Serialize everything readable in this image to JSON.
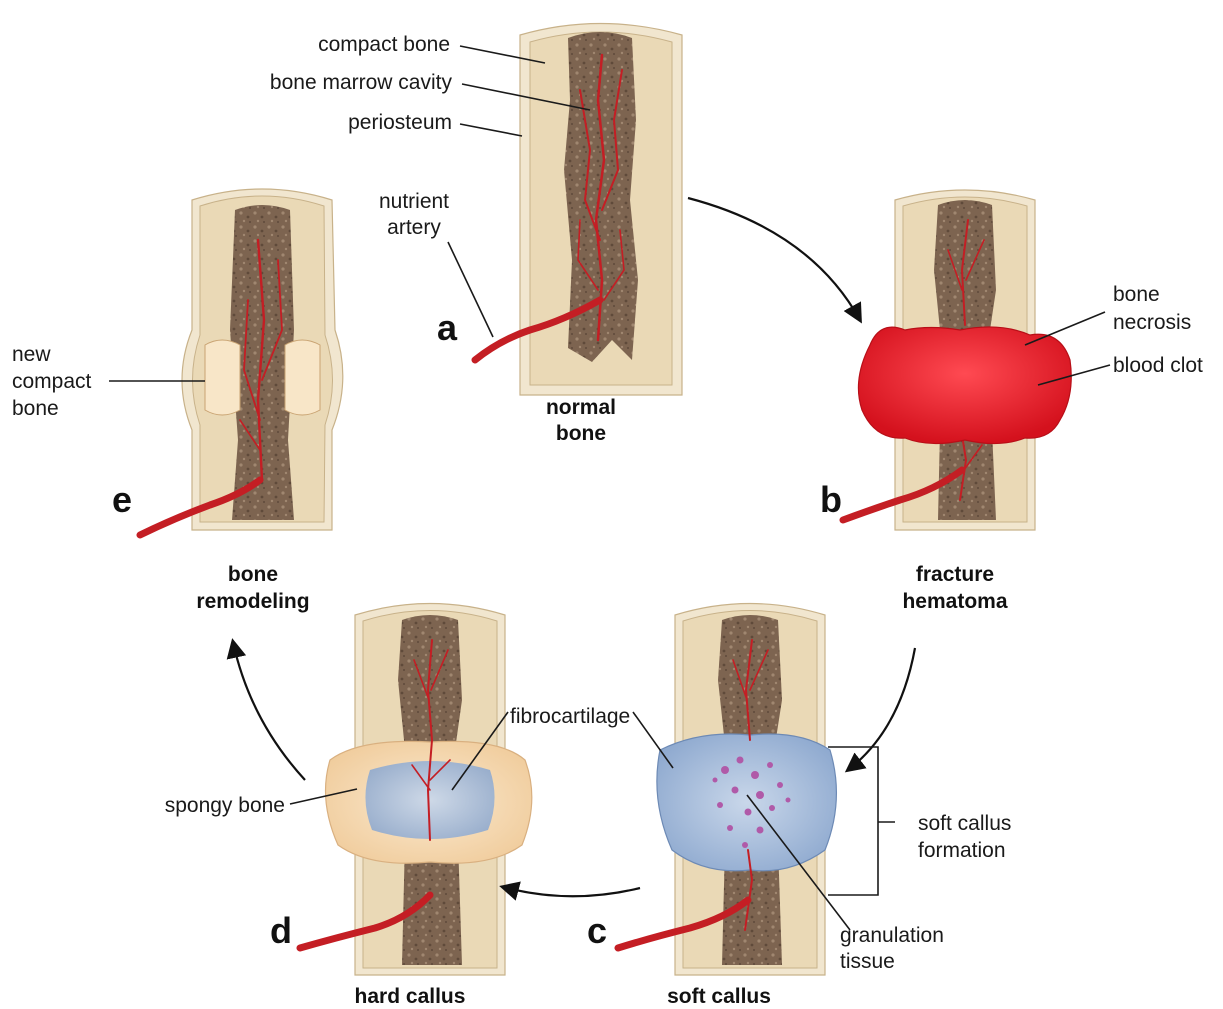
{
  "panels": {
    "a": {
      "letter": "a",
      "caption": [
        "normal",
        "bone"
      ]
    },
    "b": {
      "letter": "b",
      "caption": [
        "fracture",
        "hematoma"
      ]
    },
    "c": {
      "letter": "c",
      "caption": [
        "soft callus"
      ]
    },
    "d": {
      "letter": "d",
      "caption": [
        "hard callus"
      ]
    },
    "e": {
      "letter": "e",
      "caption": [
        "bone",
        "remodeling"
      ]
    }
  },
  "labels": {
    "compact_bone": "compact bone",
    "bone_marrow_cavity": "bone marrow cavity",
    "periosteum": "periosteum",
    "nutrient_artery": [
      "nutrient",
      "artery"
    ],
    "bone_necrosis": [
      "bone",
      "necrosis"
    ],
    "blood_clot": "blood clot",
    "new_compact_bone": [
      "new",
      "compact",
      "bone"
    ],
    "fibrocartilage": "fibrocartilage",
    "spongy_bone": "spongy bone",
    "soft_callus_formation": [
      "soft callus",
      "formation"
    ],
    "granulation_tissue": [
      "granulation",
      "tissue"
    ]
  },
  "colors": {
    "compact_bone": "#ead9b6",
    "bone_cap": "#f3e9d2",
    "marrow": "#7d6450",
    "artery": "#c41e24",
    "blood_clot": "#e3202c",
    "soft_callus": "#a9bedb",
    "hard_callus": "#f6ddbb",
    "granulation": "#b05aa8"
  }
}
